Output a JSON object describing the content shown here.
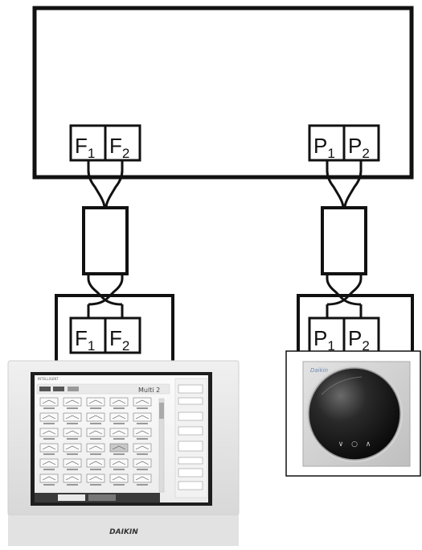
{
  "diagram": {
    "main_unit_terminals": [
      {
        "letter": "F",
        "index": "1"
      },
      {
        "letter": "F",
        "index": "2"
      },
      {
        "letter": "P",
        "index": "1"
      },
      {
        "letter": "P",
        "index": "2"
      }
    ],
    "left_controller_terminals": [
      {
        "letter": "F",
        "index": "1"
      },
      {
        "letter": "F",
        "index": "2"
      }
    ],
    "right_controller_terminals": [
      {
        "letter": "P",
        "index": "1"
      },
      {
        "letter": "P",
        "index": "2"
      }
    ]
  },
  "touch_controller": {
    "brand_logo": "DAIKIN",
    "screen_title": "INTELLIGENT",
    "screen_header_value": "Multi 2"
  },
  "round_controller": {
    "brand_logo": "Daikin",
    "buttons": [
      "∨",
      "○",
      "∧"
    ]
  },
  "colors": {
    "line": "#111111",
    "controller_body": "#e6e6e6",
    "dial": "#1a1a1a"
  }
}
